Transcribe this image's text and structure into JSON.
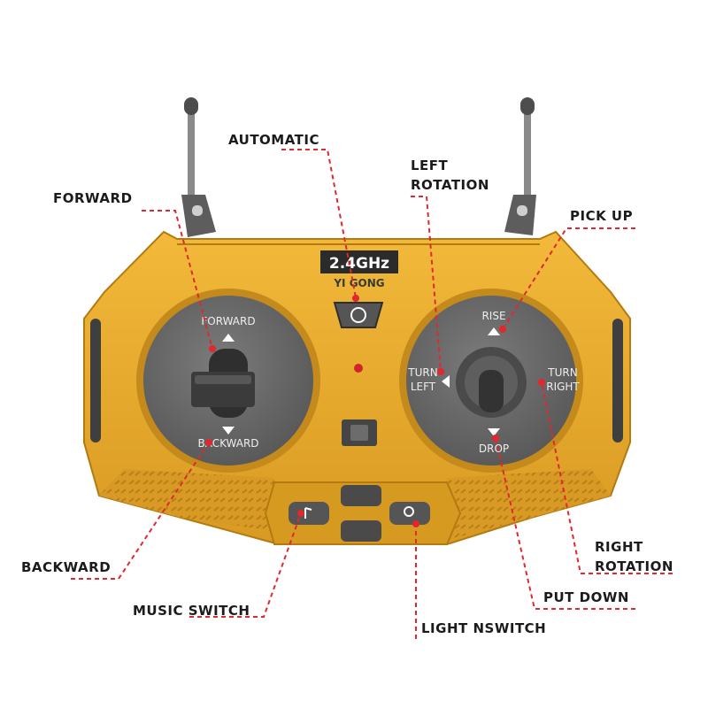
{
  "device": {
    "badge_frequency": "2.4GHz",
    "badge_brand": "YI GONG",
    "left_pad": {
      "top_label": "FORWARD",
      "bottom_label": "BACKWARD"
    },
    "right_pad": {
      "top_label": "RISE",
      "bottom_label": "DROP",
      "left_label_line1": "TURN",
      "left_label_line2": "LEFT",
      "right_label_line1": "TURN",
      "right_label_line2": "RIGHT"
    },
    "colors": {
      "body": "#e9a92a",
      "body_dark": "#c98e1f",
      "pad": "#6f6f6f",
      "callout_line": "#e0282e"
    }
  },
  "callouts": {
    "automatic": "AUTOMATIC",
    "left_rotation_1": "LEFT",
    "left_rotation_2": "ROTATION",
    "forward": "FORWARD",
    "pick_up": "PICK UP",
    "backward": "BACKWARD",
    "right_rotation_1": "RIGHT",
    "right_rotation_2": "ROTATION",
    "put_down": "PUT DOWN",
    "music_switch": "MUSIC SWITCH",
    "light_switch": "LIGHT NSWITCH"
  }
}
